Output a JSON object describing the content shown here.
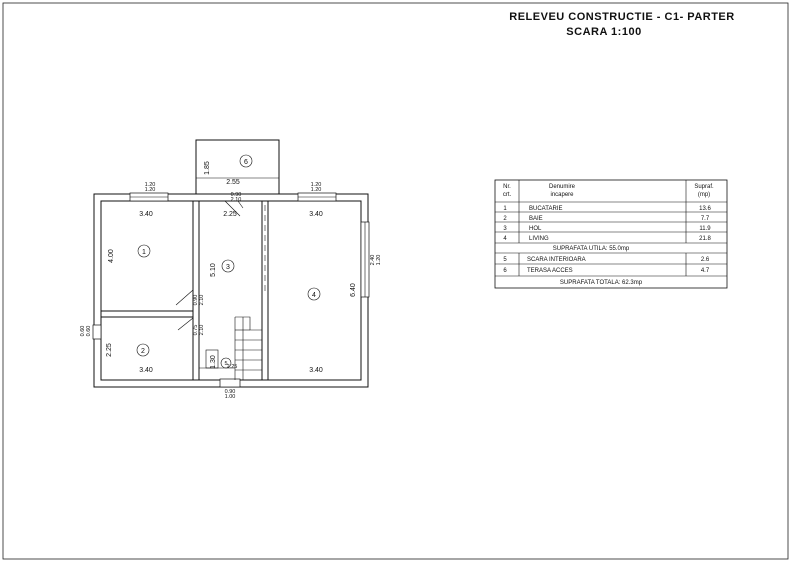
{
  "title": {
    "line1": "RELEVEU CONSTRUCTIE - C1- PARTER",
    "line2": "SCARA 1:100"
  },
  "plan": {
    "rooms": [
      {
        "id": "1",
        "label": "1"
      },
      {
        "id": "2",
        "label": "2"
      },
      {
        "id": "3",
        "label": "3"
      },
      {
        "id": "4",
        "label": "4"
      },
      {
        "id": "5",
        "label": "5"
      },
      {
        "id": "6",
        "label": "6"
      }
    ],
    "dims": {
      "w1_top": "1.20",
      "w1_bot": "1.20",
      "w2_top": "1.20",
      "w2_bot": "1.20",
      "terrace_w": "2.55",
      "terrace_h": "1.85",
      "door_top_a": "0.90",
      "door_top_b": "2.10",
      "r1_w": "3.40",
      "r3_w": "2.25",
      "r4_w": "3.40",
      "r1_h": "4.00",
      "r3_h": "5.10",
      "r4_h": "6.40",
      "w3_a": "2.40",
      "w3_b": "1.20",
      "d1_a": "0.90",
      "d1_b": "2.10",
      "d2_a": "0.75",
      "d2_b": "2.10",
      "w4_a": "0.60",
      "w4_b": "0.60",
      "r2_h": "2.25",
      "r2_w": "3.40",
      "r4_w_bot": "3.40",
      "stair_h": "1.30",
      "stair_label": "2.25",
      "entry_a": "0.90",
      "entry_b": "1.00"
    }
  },
  "table": {
    "headers": {
      "nr_1": "Nr.",
      "nr_2": "crt.",
      "name_1": "Denumire",
      "name_2": "incapere",
      "area_1": "Supraf.",
      "area_2": "(mp)"
    },
    "rows": [
      {
        "nr": "1",
        "name": "BUCATARIE",
        "area": "13.6"
      },
      {
        "nr": "2",
        "name": "BAIE",
        "area": "7.7"
      },
      {
        "nr": "3",
        "name": "HOL",
        "area": "11.9"
      },
      {
        "nr": "4",
        "name": "LIVING",
        "area": "21.8"
      }
    ],
    "subtotal": "SUPRAFATA UTILA: 55.0mp",
    "rows2": [
      {
        "nr": "5",
        "name": "SCARA INTERIOARA",
        "area": "2.6"
      },
      {
        "nr": "6",
        "name": "TERASA ACCES",
        "area": "4.7"
      }
    ],
    "total": "SUPRAFATA TOTALA: 62.3mp"
  }
}
